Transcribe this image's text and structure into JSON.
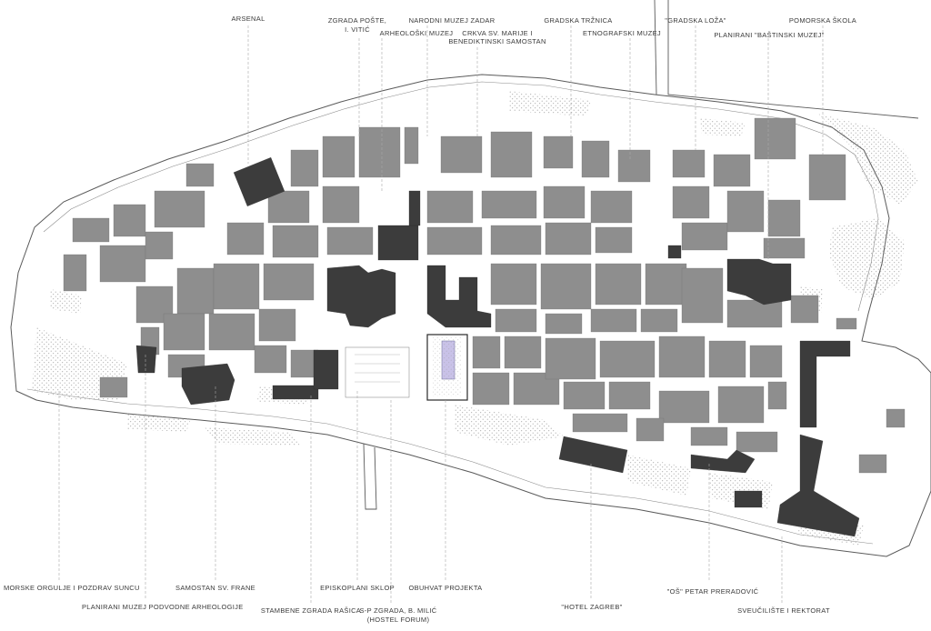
{
  "map": {
    "colors": {
      "background": "#ffffff",
      "building_gray": "#8e8e8e",
      "building_dark": "#3c3c3c",
      "outline": "#5a5a5a",
      "dots": "#9a9a9a",
      "project_fill": "#c9c2e8"
    },
    "labels_top": {
      "arsenal": "ARSENAL",
      "zgrada_poste_1": "ZGRADA POŠTE,",
      "zgrada_poste_2": "I. VITIĆ",
      "narodni_muzej": "NARODNI MUZEJ ZADAR",
      "arheoloski_muzej": "ARHEOLOŠKI MUZEJ",
      "crkva_1": "CRKVA SV. MARIJE I",
      "crkva_2": "BENEDIKTINSKI SAMOSTAN",
      "gradska_trznica": "GRADSKA TRŽNICA",
      "etnografski_muzej": "ETNOGRAFSKI MUZEJ",
      "gradska_loza": "\"GRADSKA LOŽA\"",
      "bastinski_muzej": "PLANIRANI \"BAŠTINSKI MUZEJ\"",
      "pomorska_skola": "POMORSKA ŠKOLA"
    },
    "labels_bottom": {
      "morske_orgulje": "MORSKE ORGULJE I POZDRAV SUNCU",
      "podvodne_arheologije": "PLANIRANI MUZEJ PODVODNE ARHEOLOGIJE",
      "samostan_frane": "SAMOSTAN SV. FRANE",
      "stambene_zgrada": "STAMBENE ZGRADA RAŠICA",
      "episkoplani": "EPISKOPLANI SKLOP",
      "sp_zgrada_1": "S-P ZGRADA, B. MILIĆ",
      "sp_zgrada_2": "(HOSTEL FORUM)",
      "obuhvat": "OBUHVAT PROJEKTA",
      "hotel_zagreb": "\"HOTEL ZAGREB\"",
      "os_petar": "\"OŠ\" PETAR PRERADOVIĆ",
      "sveuciliste": "SVEUČILIŠTE I REKTORAT"
    }
  }
}
